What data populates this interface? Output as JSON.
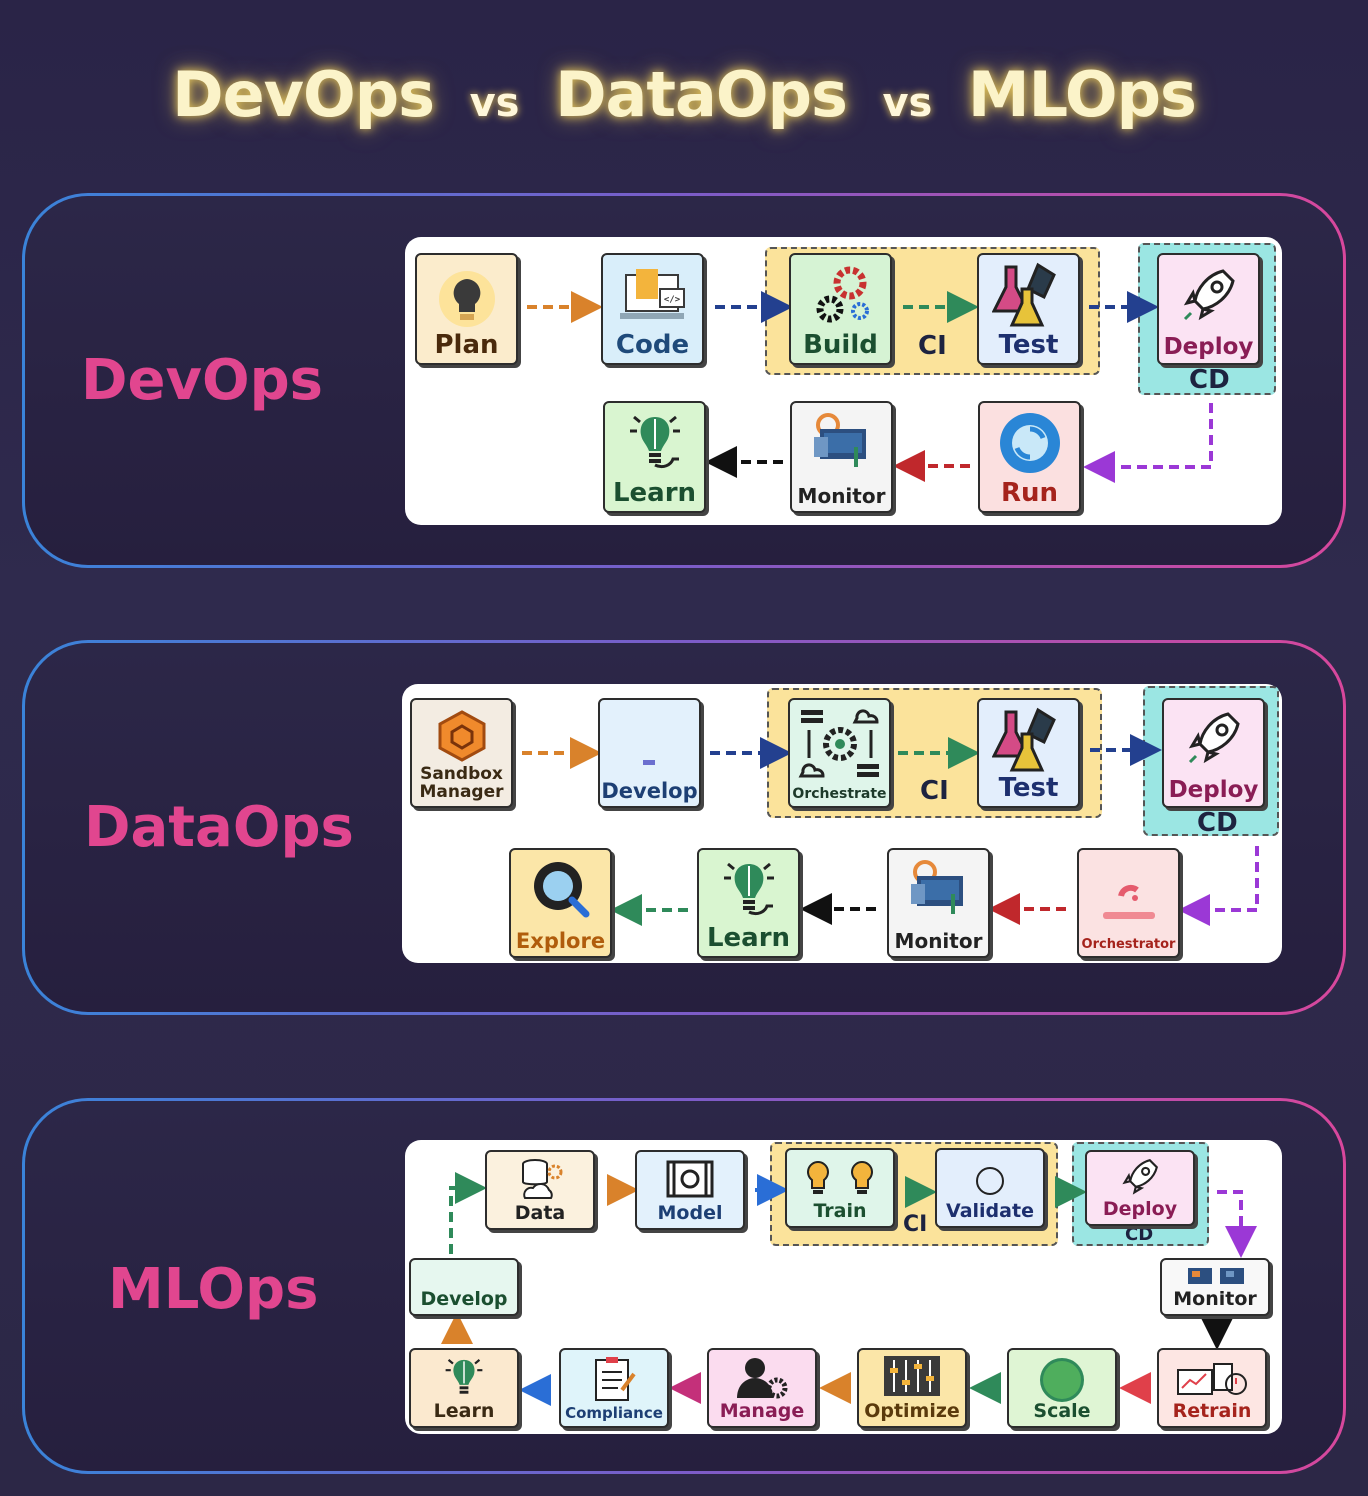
{
  "title": {
    "devops": "DevOps",
    "vs1": "vs",
    "dataops": "DataOps",
    "vs2": "vs",
    "mlops": "MLOps"
  },
  "devops": {
    "label": "DevOps",
    "ci_label": "CI",
    "cd_label": "CD",
    "steps": {
      "plan": "Plan",
      "code": "Code",
      "build": "Build",
      "test": "Test",
      "deploy": "Deploy",
      "run": "Run",
      "monitor": "Monitor",
      "learn": "Learn"
    }
  },
  "dataops": {
    "label": "DataOps",
    "ci_label": "CI",
    "cd_label": "CD",
    "steps": {
      "sandbox": "Sandbox\nManager",
      "develop": "Develop",
      "orchestrate": "Orchestrate",
      "test": "Test",
      "deploy": "Deploy",
      "orchestrator": "Orchestrator",
      "monitor": "Monitor",
      "learn": "Learn",
      "explore": "Explore"
    }
  },
  "mlops": {
    "label": "MLOps",
    "ci_label": "CI",
    "cd_label": "CD",
    "steps": {
      "develop": "Develop",
      "data": "Data",
      "model": "Model",
      "train": "Train",
      "validate": "Validate",
      "deploy": "Deploy",
      "monitor": "Monitor",
      "retrain": "Retrain",
      "scale": "Scale",
      "optimize": "Optimize",
      "manage": "Manage",
      "compliance": "Compliance",
      "learn": "Learn"
    }
  },
  "colors": {
    "title_glow": "#e9c95a",
    "section_label": "#e1468f",
    "ci_fill": "#fbe39b",
    "cd_fill": "#9be6e3"
  }
}
